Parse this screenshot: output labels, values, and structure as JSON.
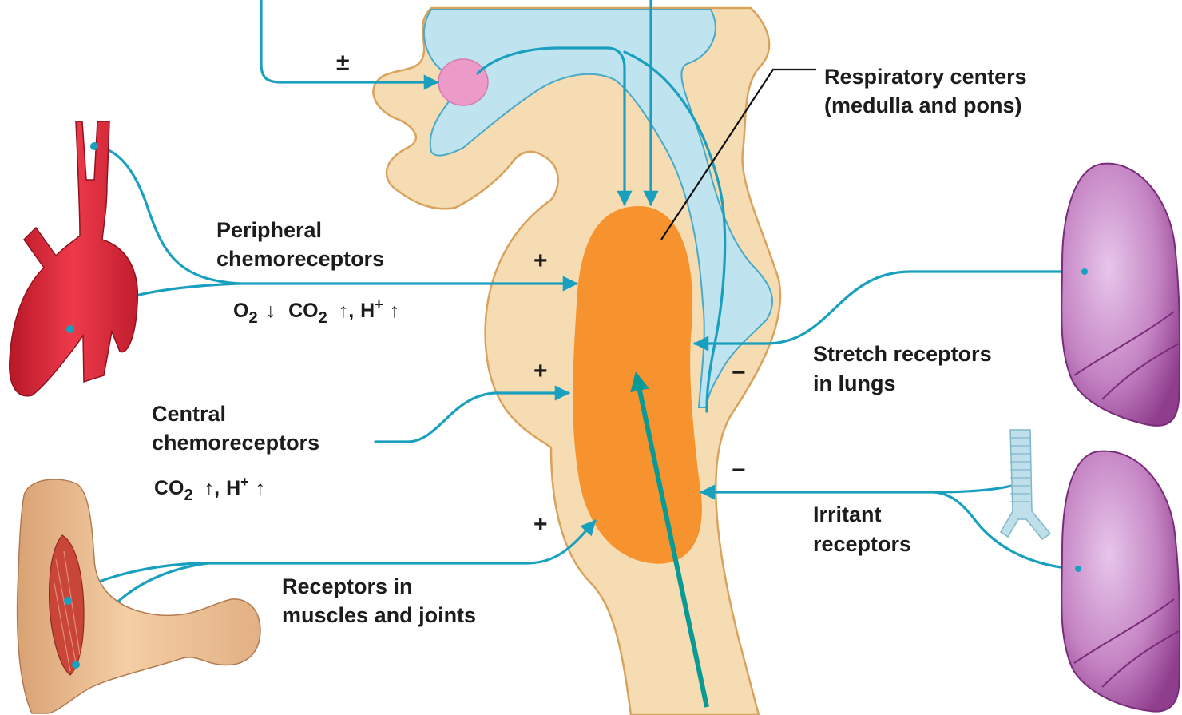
{
  "labels": {
    "respiratory_centers_line1": "Respiratory centers",
    "respiratory_centers_line2": "(medulla and pons)",
    "peripheral_line1": "Peripheral",
    "peripheral_line2": "chemoreceptors",
    "central_line1": "Central",
    "central_line2": "chemoreceptors",
    "stretch_line1": "Stretch receptors",
    "stretch_line2": "in lungs",
    "irritant_line1": "Irritant",
    "irritant_line2": "receptors",
    "muscles_line1": "Receptors in",
    "muscles_line2": "muscles and joints"
  },
  "signs": {
    "hypothalamus": "±",
    "peripheral": "+",
    "central": "+",
    "muscles": "+",
    "stretch": "−",
    "irritant": "−"
  },
  "chemistry": {
    "peripheral": {
      "o2": "O",
      "o2_sub": "2",
      "o2_dir": "↓",
      "co2": "CO",
      "co2_sub": "2",
      "co2_dir": "↑",
      "sep": ",",
      "h": "H",
      "h_sup": "+",
      "h_dir": "↑"
    },
    "central": {
      "co2": "CO",
      "co2_sub": "2",
      "co2_dir": "↑",
      "sep": ",",
      "h": "H",
      "h_sup": "+",
      "h_dir": "↑"
    }
  },
  "colors": {
    "brainstem": "#f5dcb3",
    "brainstem_outline": "#d9a25d",
    "ventricle": "#bfe3ef",
    "respiratory_center": "#f7932e",
    "nerve": "#1aa0bf",
    "highlight_arrow": "#0a9a96",
    "aorta": "#e0283a",
    "lung": "#b462b0",
    "skin": "#f0c49a",
    "hypothalamus_nucleus": "#ec9ac8"
  }
}
